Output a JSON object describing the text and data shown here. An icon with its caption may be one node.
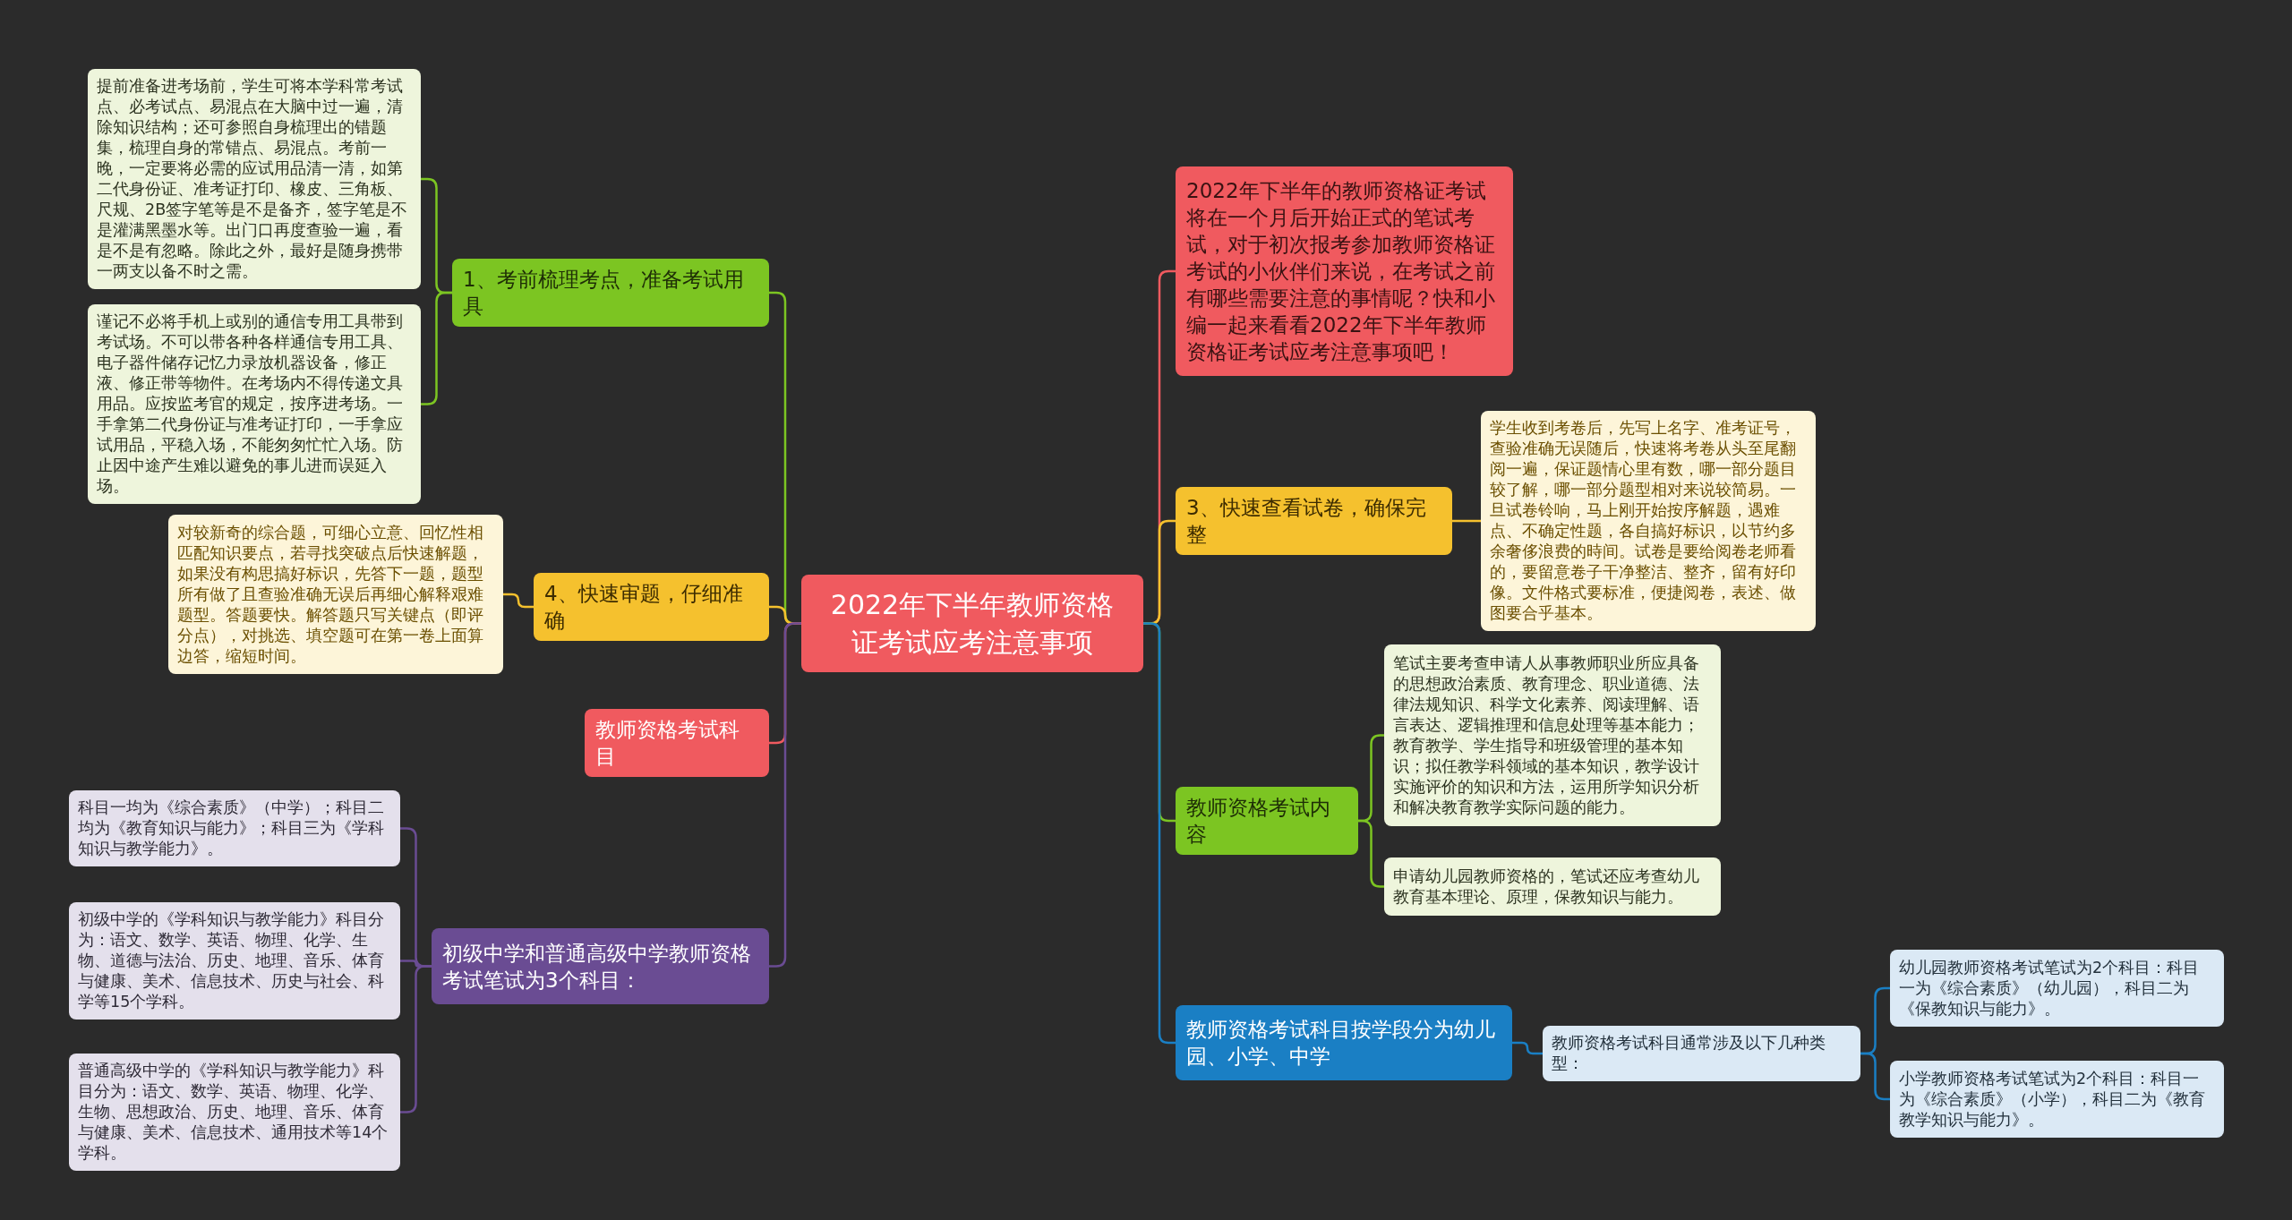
{
  "diagram": {
    "nodes": [
      {
        "text": [
          "2022年下半年教师资格证考试应考注意事项"
        ]
      },
      {
        "text": [
          "1、考前梳理考点，准备考试用具"
        ]
      },
      {
        "text": [
          "提前准备进考场前，学生可将本学科常考试点、必考试点、易混点在大脑中过一遍，清除知识结构；还可参照自身梳理出的错题集，梳理自身的常错点、易混点。考前一晚，一定要将必需的应试用品清一清，如第二代身份证、准考证打印、橡皮、三角板、尺规、2B签字笔等是不是备齐，签字笔是不是灌满黑墨水等。出门口再度查验一遍，看是不是有忽略。除此之外，最好是随身携带一两支以备不时之需。"
        ]
      },
      {
        "text": [
          "谨记不必将手机上或别的通信专用工具带到考试场。不可以带各种各样通信专用工具、电子器件储存记忆力录放机器设备，修正液、修正带等物件。在考场内不得传递文具用品。应按监考官的规定，按序进考场。一手拿第二代身份证与准考证打印，一手拿应试用品，平稳入场，不能匆匆忙忙入场。防止因中途产生难以避免的事儿进而误延入场。"
        ]
      },
      {
        "text": [
          "4、快速审题，仔细准确"
        ]
      },
      {
        "text": [
          "对较新奇的综合题，可细心立意、回忆性相匹配知识要点，若寻找突破点后快速解题，如果没有构思搞好标识，先答下一题，题型所有做了且查验准确无误后再细心解释艰难题型。答题要快。解答题只写关键点（即评分点），对挑选、填空题可在第一卷上面算边答，缩短时间。"
        ]
      },
      {
        "text": [
          "教师资格考试科目"
        ]
      },
      {
        "text": [
          "初级中学和普通高级中学教师资格考试笔试为3个科目："
        ]
      },
      {
        "text": [
          "科目一均为《综合素质》（中学）；科目二均为《教育知识与能力》；科目三为《学科知识与教学能力》。"
        ]
      },
      {
        "text": [
          "初级中学的《学科知识与教学能力》科目分为：语文、数学、英语、物理、化学、生物、道德与法治、历史、地理、音乐、体育与健康、美术、信息技术、历史与社会、科学等15个学科。"
        ]
      },
      {
        "text": [
          "普通高级中学的《学科知识与教学能力》科目分为：语文、数学、英语、物理、化学、生物、思想政治、历史、地理、音乐、体育与健康、美术、信息技术、通用技术等14个学科。"
        ]
      },
      {
        "text": [
          "2022年下半年的教师资格证考试将在一个月后开始正式的笔试考试，对于初次报考参加教师资格证考试的小伙伴们来说，在考试之前有哪些需要注意的事情呢？快和小编一起来看看2022年下半年教师资格证考试应考注意事项吧！"
        ]
      },
      {
        "text": [
          "3、快速查看试卷，确保完整"
        ]
      },
      {
        "text": [
          "学生收到考卷后，先写上名字、准考证号，查验准确无误随后，快速将考卷从头至尾翻阅一遍，保证题情心里有数，哪一部分题目较了解，哪一部分题型相对来说较简易。一旦试卷铃响，马上刚开始按序解题，遇难点、不确定性题，各自搞好标识，以节约多余奢侈浪费的時间。试卷是要给阅卷老师看的，要留意卷子干净整洁、整齐，留有好印像。文件格式要标准，便捷阅卷，表述、做图要合乎基本。"
        ]
      },
      {
        "text": [
          "教师资格考试内容"
        ]
      },
      {
        "text": [
          "笔试主要考查申请人从事教师职业所应具备的思想政治素质、教育理念、职业道德、法律法规知识、科学文化素养、阅读理解、语言表达、逻辑推理和信息处理等基本能力；教育教学、学生指导和班级管理的基本知识；拟任教学科领域的基本知识，教学设计实施评价的知识和方法，运用所学知识分析和解决教育教学实际问题的能力。"
        ]
      },
      {
        "text": [
          "申请幼儿园教师资格的，笔试还应考查幼儿教育基本理论、原理，保教知识与能力。"
        ]
      },
      {
        "text": [
          "教师资格考试科目按学段分为幼儿园、小学、中学"
        ]
      },
      {
        "text": [
          "教师资格考试科目通常涉及以下几种类型："
        ]
      },
      {
        "text": [
          "幼儿园教师资格考试笔试为2个科目：科目一为《综合素质》（幼儿园），科目二为《保教知识与能力》。"
        ]
      },
      {
        "text": [
          "小学教师资格考试笔试为2个科目：科目一为《综合素质》（小学），科目二为《教育教学知识与能力》。"
        ]
      }
    ],
    "edges": [
      {
        "from": 0,
        "to": 1,
        "arrow": "none",
        "color": "#7cc522"
      },
      {
        "from": 1,
        "to": 2,
        "arrow": "none",
        "color": "#7cc522"
      },
      {
        "from": 1,
        "to": 3,
        "arrow": "none",
        "color": "#7cc522"
      },
      {
        "from": 0,
        "to": 4,
        "arrow": "none",
        "color": "#f5c12e"
      },
      {
        "from": 4,
        "to": 5,
        "arrow": "none",
        "color": "#f5c12e"
      },
      {
        "from": 0,
        "to": 6,
        "arrow": "none",
        "color": "#f05a5f"
      },
      {
        "from": 0,
        "to": 7,
        "arrow": "none",
        "color": "#6a4c93"
      },
      {
        "from": 7,
        "to": 8,
        "arrow": "none",
        "color": "#6a4c93"
      },
      {
        "from": 7,
        "to": 9,
        "arrow": "none",
        "color": "#6a4c93"
      },
      {
        "from": 7,
        "to": 10,
        "arrow": "none",
        "color": "#6a4c93"
      },
      {
        "from": 0,
        "to": 11,
        "arrow": "none",
        "color": "#f05a5f"
      },
      {
        "from": 0,
        "to": 12,
        "arrow": "none",
        "color": "#f5c12e"
      },
      {
        "from": 12,
        "to": 13,
        "arrow": "none",
        "color": "#f5c12e"
      },
      {
        "from": 0,
        "to": 14,
        "arrow": "none",
        "color": "#7cc522"
      },
      {
        "from": 14,
        "to": 15,
        "arrow": "none",
        "color": "#7cc522"
      },
      {
        "from": 14,
        "to": 16,
        "arrow": "none",
        "color": "#7cc522"
      },
      {
        "from": 0,
        "to": 17,
        "arrow": "none",
        "color": "#1a7fc4"
      },
      {
        "from": 17,
        "to": 18,
        "arrow": "none",
        "color": "#1a7fc4"
      },
      {
        "from": 18,
        "to": 19,
        "arrow": "none",
        "color": "#1a7fc4"
      },
      {
        "from": 18,
        "to": 20,
        "arrow": "none",
        "color": "#1a7fc4"
      }
    ]
  }
}
